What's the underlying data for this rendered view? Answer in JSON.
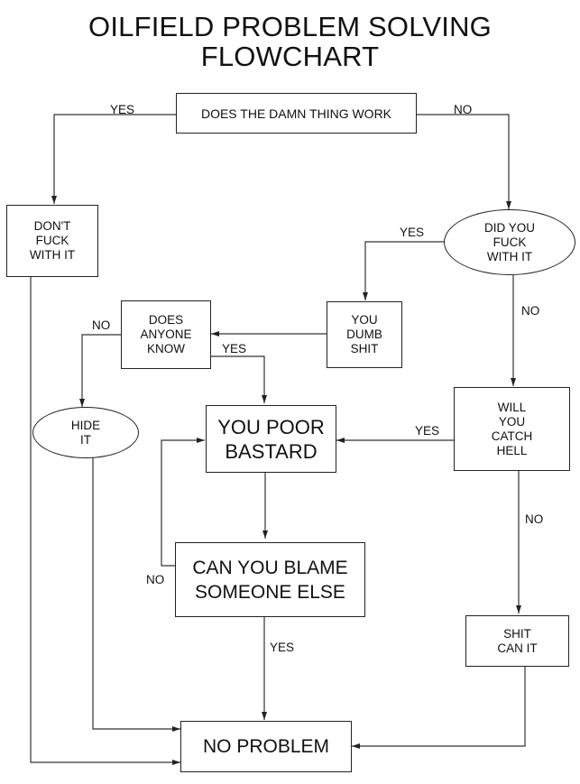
{
  "title": {
    "line1": "OILFIELD PROBLEM SOLVING",
    "line2": "FLOWCHART"
  },
  "nodes": {
    "q_works": "DOES THE DAMN THING WORK",
    "dont_fuck": "DON'T\nFUCK\nWITH IT",
    "q_fucked": "DID YOU\nFUCK\nWITH IT",
    "dumb_shit": "YOU\nDUMB\nSHIT",
    "q_anyone_know": "DOES\nANYONE\nKNOW",
    "hide_it": "HIDE\nIT",
    "poor_bastard": "YOU POOR\nBASTARD",
    "q_catch_hell": "WILL\nYOU\nCATCH\nHELL",
    "q_blame": "CAN YOU BLAME\nSOMEONE ELSE",
    "shit_can": "SHIT\nCAN IT",
    "no_problem": "NO PROBLEM"
  },
  "edge_labels": {
    "works_yes": "YES",
    "works_no": "NO",
    "fucked_yes": "YES",
    "fucked_no": "NO",
    "know_no": "NO",
    "know_yes": "YES",
    "hell_yes": "YES",
    "hell_no": "NO",
    "blame_no": "NO",
    "blame_yes": "YES"
  }
}
